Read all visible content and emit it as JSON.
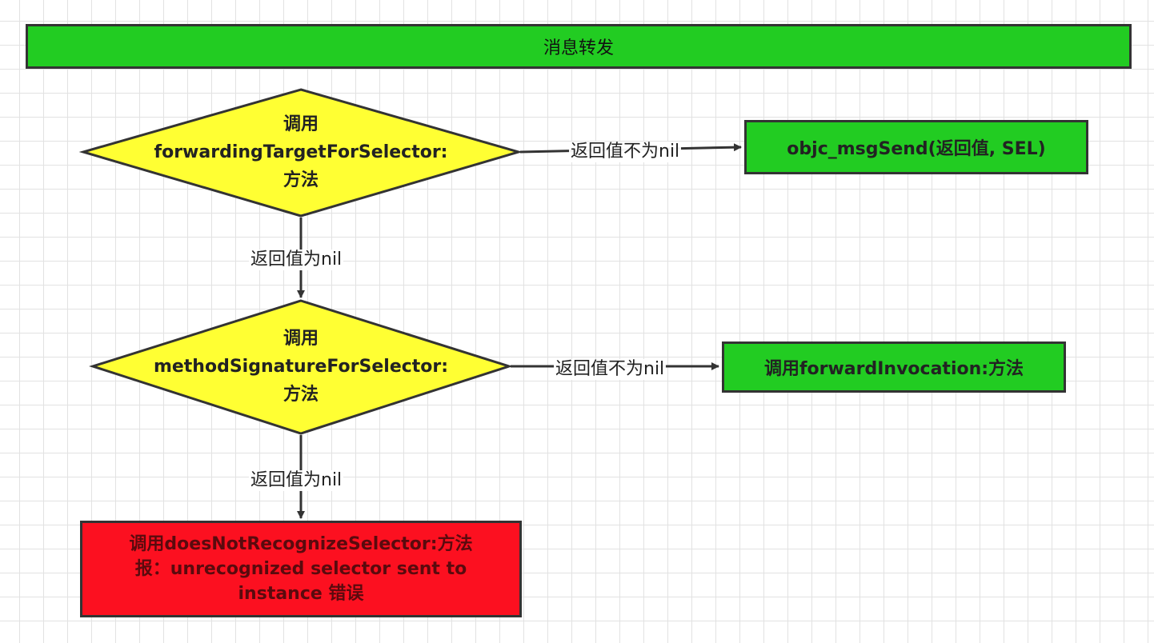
{
  "colors": {
    "title_fill": "#22cc22",
    "decision_fill": "#ffff33",
    "process_fill": "#22cc22",
    "error_fill": "#fc1020",
    "stroke": "#333333"
  },
  "title": "消息转发",
  "decision1": {
    "line1": "调用",
    "line2": "forwardingTargetForSelector:",
    "line3": "方法"
  },
  "decision2": {
    "line1": "调用",
    "line2": "methodSignatureForSelector:",
    "line3": "方法"
  },
  "process1": "objc_msgSend(返回值, SEL)",
  "process2": "调用forwardInvocation:方法",
  "error_box": {
    "line1": "调用doesNotRecognizeSelector:方法",
    "line2": "报：unrecognized selector sent to",
    "line3": "instance  错误"
  },
  "edges": {
    "d1_to_p1": "返回值不为nil",
    "d1_to_d2": "返回值为nil",
    "d2_to_p2": "返回值不为nil",
    "d2_to_err": "返回值为nil"
  }
}
